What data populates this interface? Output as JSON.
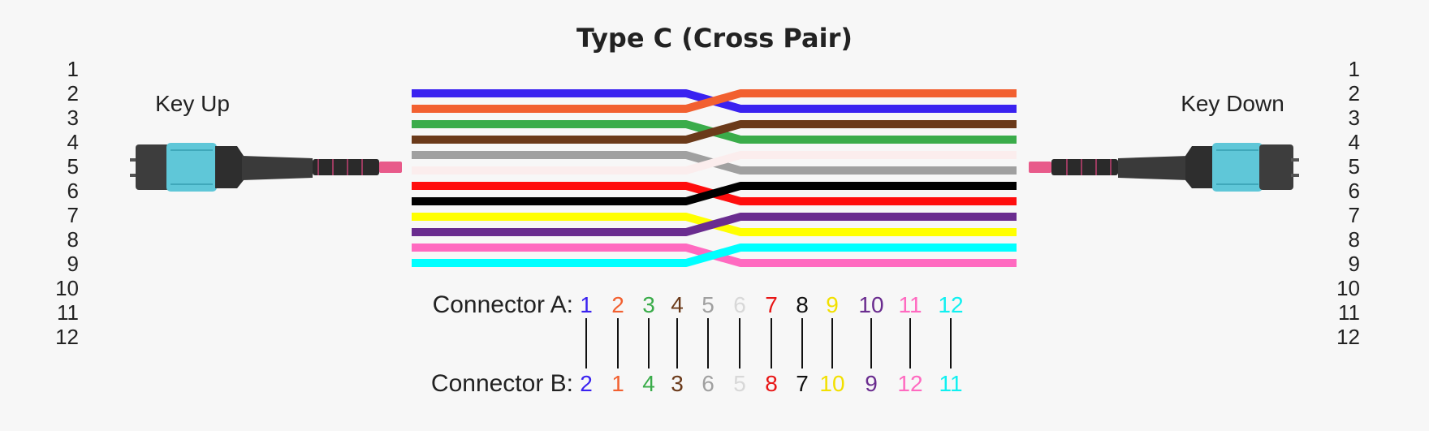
{
  "title": "Type C (Cross Pair)",
  "left_label": "Key Up",
  "right_label": "Key Down",
  "pin_numbers": [
    "1",
    "2",
    "3",
    "4",
    "5",
    "6",
    "7",
    "8",
    "9",
    "10",
    "11",
    "12"
  ],
  "connector_a_label": "Connector A:",
  "connector_b_label": "Connector B:",
  "connector_a": [
    {
      "text": "1",
      "color": "#3a22f0"
    },
    {
      "text": "2",
      "color": "#f26030"
    },
    {
      "text": "3",
      "color": "#3aac4a"
    },
    {
      "text": "4",
      "color": "#6b3a1a"
    },
    {
      "text": "5",
      "color": "#a0a0a0"
    },
    {
      "text": "6",
      "color": "#d8d8d8"
    },
    {
      "text": "7",
      "color": "#e81515"
    },
    {
      "text": "8",
      "color": "#111111"
    },
    {
      "text": "9",
      "color": "#f2e000"
    },
    {
      "text": "10",
      "color": "#6a2c8f"
    },
    {
      "text": "11",
      "color": "#ff6ac0"
    },
    {
      "text": "12",
      "color": "#10f0f0"
    }
  ],
  "connector_b": [
    {
      "text": "2",
      "color": "#3a22f0"
    },
    {
      "text": "1",
      "color": "#f26030"
    },
    {
      "text": "4",
      "color": "#3aac4a"
    },
    {
      "text": "3",
      "color": "#6b3a1a"
    },
    {
      "text": "6",
      "color": "#a0a0a0"
    },
    {
      "text": "5",
      "color": "#d8d8d8"
    },
    {
      "text": "8",
      "color": "#e81515"
    },
    {
      "text": "7",
      "color": "#111111"
    },
    {
      "text": "10",
      "color": "#f2e000"
    },
    {
      "text": "9",
      "color": "#6a2c8f"
    },
    {
      "text": "12",
      "color": "#ff6ac0"
    },
    {
      "text": "11",
      "color": "#10f0f0"
    }
  ],
  "fibers": [
    {
      "from": 1,
      "to": 2,
      "color": "#3a22f0"
    },
    {
      "from": 2,
      "to": 1,
      "color": "#f26030"
    },
    {
      "from": 3,
      "to": 4,
      "color": "#3aac4a"
    },
    {
      "from": 4,
      "to": 3,
      "color": "#6b3a1a"
    },
    {
      "from": 5,
      "to": 6,
      "color": "#a0a0a0"
    },
    {
      "from": 6,
      "to": 5,
      "color": "#fbeded"
    },
    {
      "from": 7,
      "to": 8,
      "color": "#ff0d0d"
    },
    {
      "from": 8,
      "to": 7,
      "color": "#000000"
    },
    {
      "from": 9,
      "to": 10,
      "color": "#ffff00"
    },
    {
      "from": 10,
      "to": 9,
      "color": "#6a2c8f"
    },
    {
      "from": 11,
      "to": 12,
      "color": "#ff6ac0"
    },
    {
      "from": 12,
      "to": 11,
      "color": "#00ffff"
    }
  ],
  "connector_colors": {
    "body": "#5fc7d8",
    "cap": "#3d3d3d",
    "boot": "#2a2a2a",
    "ferrule": "#e85a8a"
  }
}
